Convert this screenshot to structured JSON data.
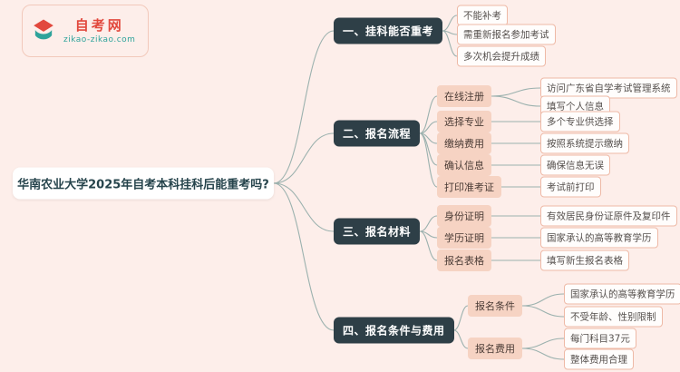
{
  "logo": {
    "site_name": "自考网",
    "site_url": "zikao-zikao.com"
  },
  "main_topic": "华南农业大学2025年自考本科挂科后能重考吗?",
  "colors": {
    "background": "#fdeeea",
    "branch_bg": "#2e3f47",
    "mid_bg": "#f6d3c3",
    "leaf_border": "#eeb9a6",
    "accent_red": "#e2483d",
    "accent_teal": "#2fa39b",
    "line": "#9bb1ae"
  },
  "branches": [
    {
      "label": "一、挂科能否重考",
      "children": [
        {
          "label": "不能补考"
        },
        {
          "label": "需重新报名参加考试"
        },
        {
          "label": "多次机会提升成绩"
        }
      ]
    },
    {
      "label": "二、报名流程",
      "children": [
        {
          "label": "在线注册",
          "children": [
            {
              "label": "访问广东省自学考试管理系统"
            },
            {
              "label": "填写个人信息"
            }
          ]
        },
        {
          "label": "选择专业",
          "children": [
            {
              "label": "多个专业供选择"
            }
          ]
        },
        {
          "label": "缴纳费用",
          "children": [
            {
              "label": "按照系统提示缴纳"
            }
          ]
        },
        {
          "label": "确认信息",
          "children": [
            {
              "label": "确保信息无误"
            }
          ]
        },
        {
          "label": "打印准考证",
          "children": [
            {
              "label": "考试前打印"
            }
          ]
        }
      ]
    },
    {
      "label": "三、报名材料",
      "children": [
        {
          "label": "身份证明",
          "children": [
            {
              "label": "有效居民身份证原件及复印件"
            }
          ]
        },
        {
          "label": "学历证明",
          "children": [
            {
              "label": "国家承认的高等教育学历"
            }
          ]
        },
        {
          "label": "报名表格",
          "children": [
            {
              "label": "填写新生报名表格"
            }
          ]
        }
      ]
    },
    {
      "label": "四、报名条件与费用",
      "children": [
        {
          "label": "报名条件",
          "children": [
            {
              "label": "国家承认的高等教育学历"
            },
            {
              "label": "不受年龄、性别限制"
            }
          ]
        },
        {
          "label": "报名费用",
          "children": [
            {
              "label": "每门科目37元"
            },
            {
              "label": "整体费用合理"
            }
          ]
        }
      ]
    }
  ]
}
